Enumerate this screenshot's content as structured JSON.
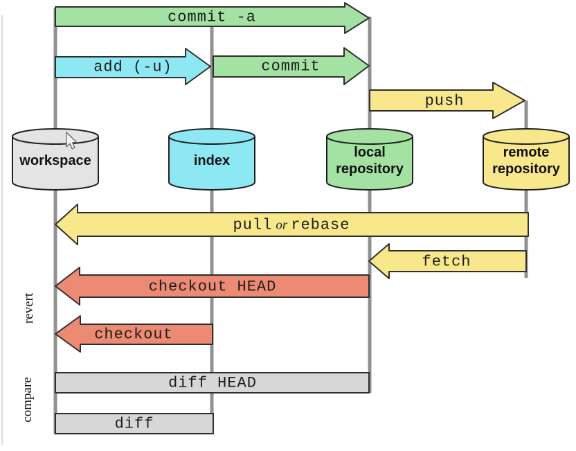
{
  "colors": {
    "arrow_green": "#a3e2a3",
    "arrow_cyan": "#8ee8f4",
    "arrow_yellow": "#f9e78c",
    "arrow_salmon": "#ec8a74",
    "bar_grey": "#d7d7d7",
    "cylinder_grey": "#e4e4e4",
    "lifeline_grey": "#919191",
    "outline": "#2e2e2e"
  },
  "nodes": {
    "workspace": {
      "label": "workspace"
    },
    "index": {
      "label": "index"
    },
    "local": {
      "line1": "local",
      "line2": "repository"
    },
    "remote": {
      "line1": "remote",
      "line2": "repository"
    }
  },
  "arrows": {
    "commit_a": "commit -a",
    "add": "add (-u)",
    "commit": "commit",
    "push": "push",
    "pull_word1": "pull",
    "pull_word2": "or",
    "pull_word3": "rebase",
    "fetch": "fetch",
    "checkout_head": "checkout HEAD",
    "checkout": "checkout",
    "diff_head": "diff HEAD",
    "diff": "diff"
  },
  "row_labels": {
    "revert": "revert",
    "compare": "compare"
  }
}
